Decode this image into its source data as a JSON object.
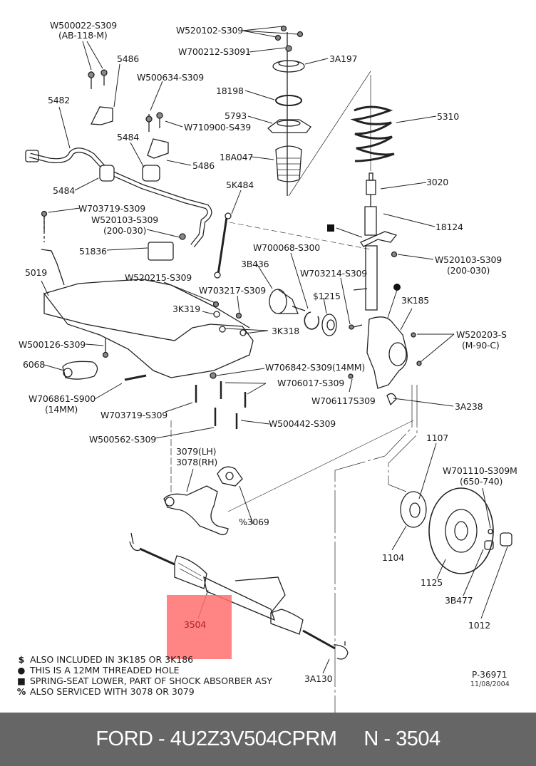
{
  "diagram": {
    "labels": [
      {
        "id": "w500022",
        "text": "W500022-S309"
      },
      {
        "id": "ab118m",
        "text": "(AB-118-M)"
      },
      {
        "id": "p5486a",
        "text": "5486"
      },
      {
        "id": "p5482",
        "text": "5482"
      },
      {
        "id": "w500634",
        "text": "W500634-S309"
      },
      {
        "id": "w710900",
        "text": "W710900-S439"
      },
      {
        "id": "p5484a",
        "text": "5484"
      },
      {
        "id": "p5486b",
        "text": "5486"
      },
      {
        "id": "p5484b",
        "text": "5484"
      },
      {
        "id": "w703719a",
        "text": "W703719-S309"
      },
      {
        "id": "w520103a",
        "text": "W520103-S309"
      },
      {
        "id": "t200030a",
        "text": "(200-030)"
      },
      {
        "id": "p51836",
        "text": "51836"
      },
      {
        "id": "p5019",
        "text": "5019"
      },
      {
        "id": "w520215",
        "text": "W520215-S309"
      },
      {
        "id": "w703217",
        "text": "W703217-S309"
      },
      {
        "id": "p3k319",
        "text": "3K319"
      },
      {
        "id": "p3k318",
        "text": "3K318"
      },
      {
        "id": "w500126",
        "text": "W500126-S309"
      },
      {
        "id": "p6068",
        "text": "6068"
      },
      {
        "id": "w706842",
        "text": "W706842-S309(14MM)"
      },
      {
        "id": "w706017",
        "text": "W706017-S309"
      },
      {
        "id": "w706861",
        "text": "W706861-S900"
      },
      {
        "id": "t14mm",
        "text": "(14MM)"
      },
      {
        "id": "w703719b",
        "text": "W703719-S309"
      },
      {
        "id": "w500442",
        "text": "W500442-S309"
      },
      {
        "id": "w500562",
        "text": "W500562-S309"
      },
      {
        "id": "p3079",
        "text": "3079(LH)"
      },
      {
        "id": "p3078",
        "text": "3078(RH)"
      },
      {
        "id": "p3069",
        "text": "%3069"
      },
      {
        "id": "w520102",
        "text": "W520102-S309"
      },
      {
        "id": "w700212",
        "text": "W700212-S3091"
      },
      {
        "id": "p3a197",
        "text": "3A197"
      },
      {
        "id": "p18198",
        "text": "18198"
      },
      {
        "id": "p5793",
        "text": "5793"
      },
      {
        "id": "p18a047",
        "text": "18A047"
      },
      {
        "id": "p5k484",
        "text": "5K484"
      },
      {
        "id": "p5310",
        "text": "5310"
      },
      {
        "id": "p3020",
        "text": "3020"
      },
      {
        "id": "p18124",
        "text": "18124"
      },
      {
        "id": "w520103b",
        "text": "W520103-S309"
      },
      {
        "id": "t200030b",
        "text": "(200-030)"
      },
      {
        "id": "w700068",
        "text": "W700068-S300"
      },
      {
        "id": "p3b436",
        "text": "3B436"
      },
      {
        "id": "w703214",
        "text": "W703214-S309"
      },
      {
        "id": "p1215",
        "text": "$1215"
      },
      {
        "id": "p3k185",
        "text": "3K185"
      },
      {
        "id": "w520203",
        "text": "W520203-S"
      },
      {
        "id": "tm90c",
        "text": "(M-90-C)"
      },
      {
        "id": "w706117",
        "text": "W706117S309"
      },
      {
        "id": "p3a238",
        "text": "3A238"
      },
      {
        "id": "p1107",
        "text": "1107"
      },
      {
        "id": "w701110",
        "text": "W701110-S309M"
      },
      {
        "id": "t650740",
        "text": "(650-740)"
      },
      {
        "id": "p1104",
        "text": "1104"
      },
      {
        "id": "p1125",
        "text": "1125"
      },
      {
        "id": "p3b477",
        "text": "3B477"
      },
      {
        "id": "p1012",
        "text": "1012"
      },
      {
        "id": "p3504",
        "text": "3504"
      },
      {
        "id": "p3a130",
        "text": "3A130"
      }
    ],
    "highlighted_part": "3504",
    "highlight_color": "#ff6e6e",
    "legend": [
      {
        "symbol": "$",
        "text": "ALSO INCLUDED IN 3K185 OR 3K186"
      },
      {
        "symbol": "●",
        "text": "THIS IS A 12MM THREADED HOLE"
      },
      {
        "symbol": "■",
        "text": "SPRING-SEAT LOWER, PART OF SHOCK ABSORBER ASY"
      },
      {
        "symbol": "%",
        "text": "ALSO SERVICED WITH 3078 OR 3079"
      }
    ],
    "drawing_id": "P-36971",
    "drawing_date": "11/08/2004"
  },
  "footer": {
    "brand_part": "FORD - 4U2Z3V504CPRM",
    "ref": "N - 3504",
    "background": "#666666"
  }
}
